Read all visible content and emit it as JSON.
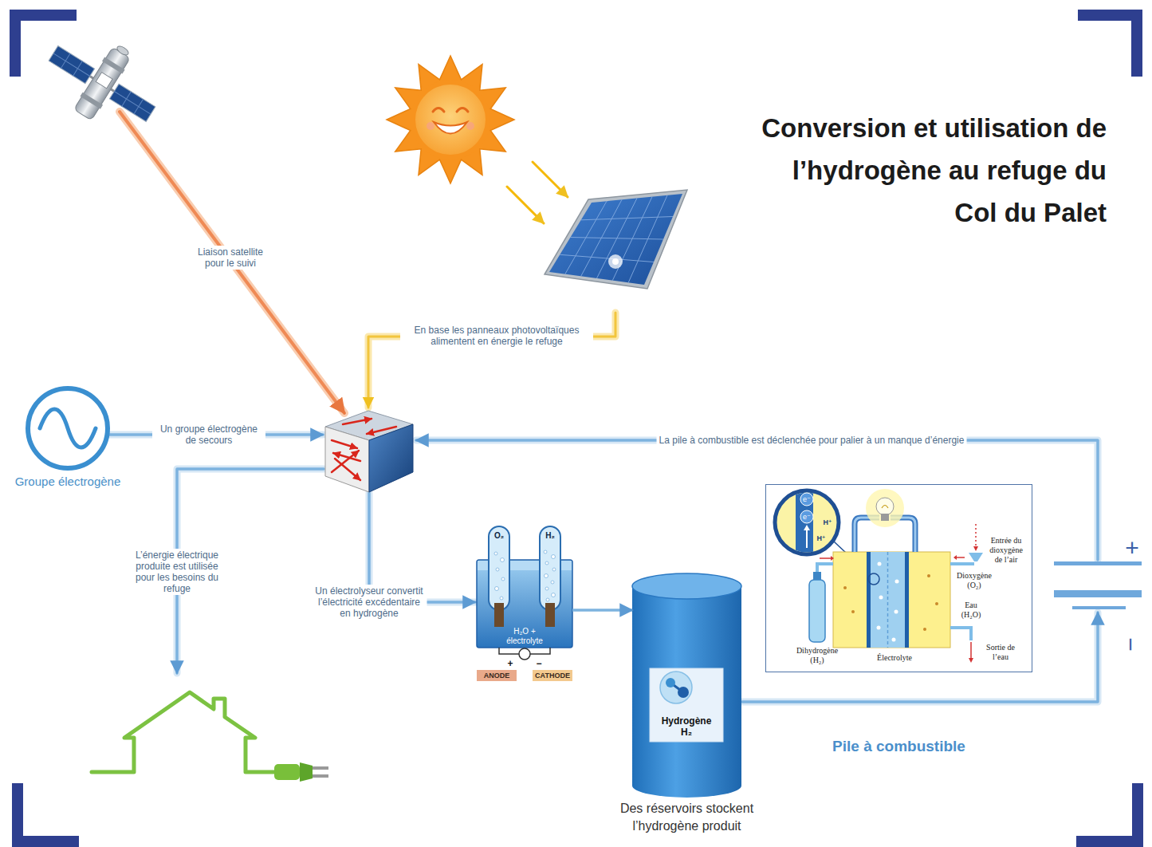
{
  "diagram": {
    "title": "Conversion et utilisation de l’hydrogène au refuge du Col du Palet",
    "nodes": [
      {
        "text": [
          "Groupe électrogène"
        ]
      },
      {
        "text": [
          "H₂O + électrolyte"
        ]
      },
      {
        "text": [
          "Des réservoirs stockent l’hydrogène produit"
        ]
      },
      {
        "text": [
          "Hydrogène H₂"
        ],
        "in": 2
      },
      {
        "text": [
          "Pile à combustible"
        ]
      }
    ],
    "edges": [
      {
        "from": 1,
        "to": 2,
        "arrow": "to"
      }
    ],
    "labels": [
      "Liaison satellite pour le suivi",
      "En base les panneaux photovoltaïques alimentent en énergie le refuge",
      "Un groupe électrogène de secours",
      "La pile à combustible est déclenchée pour palier à un manque d’énergie",
      "L’énergie électrique produite est utilisée pour les besoins du refuge",
      "Un électrolyseur convertit l’électricité excédentaire en hydrogène",
      "O₂",
      "H₂",
      "+",
      "−",
      "ANODE",
      "CATHODE",
      "e⁻",
      "e⁻",
      "H⁺",
      "H⁺",
      "Entrée du dioxygène de l’air",
      "Dioxygène (O₂)",
      "Eau (H₂O)",
      "Sortie de l’eau",
      "Dihydrogène (H₂)",
      "Électrolyte",
      "+",
      "−"
    ]
  }
}
